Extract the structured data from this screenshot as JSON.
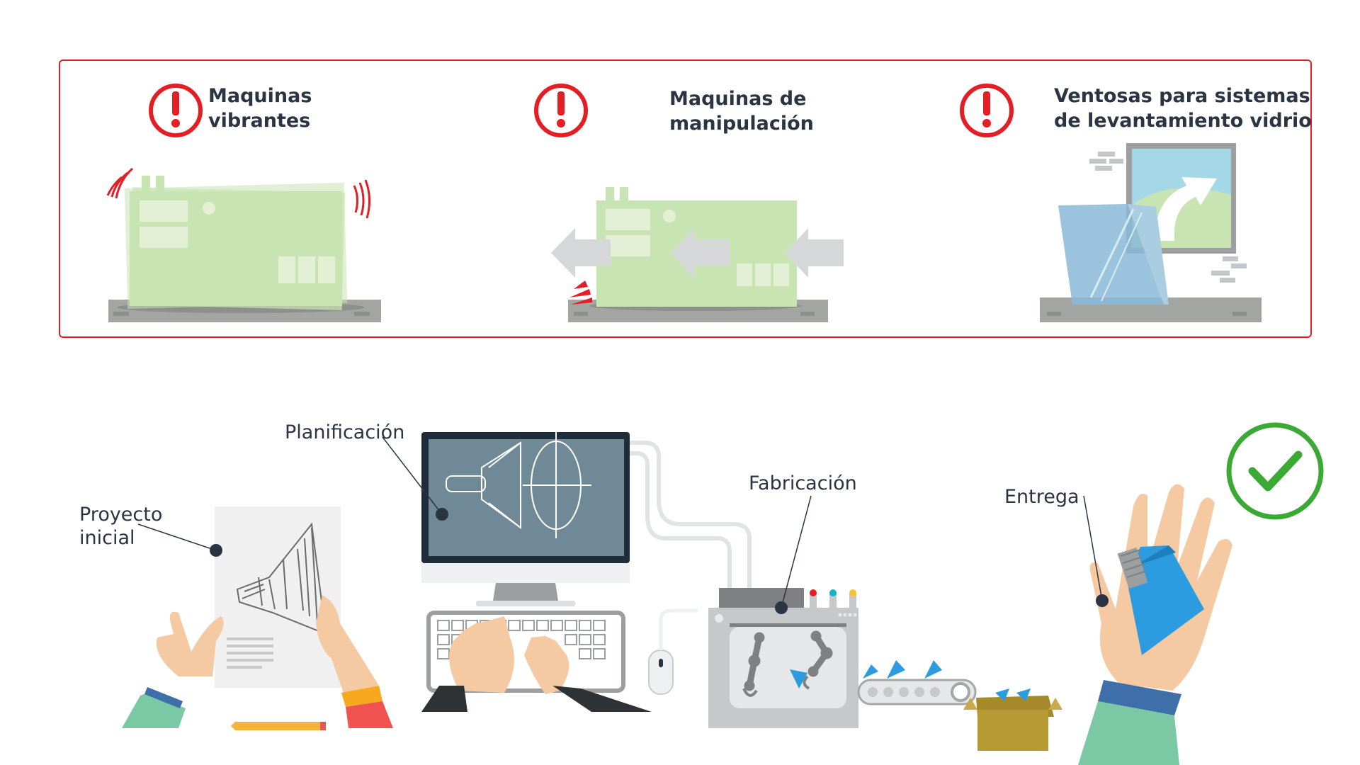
{
  "warnings": [
    {
      "line1": "Maquinas",
      "line2": "vibrantes",
      "icon": "exclamation-circle-icon"
    },
    {
      "line1": "Maquinas de",
      "line2": "manipulación",
      "icon": "exclamation-circle-icon"
    },
    {
      "line1": "Ventosas para sistemas",
      "line2": "de levantamiento vidrio",
      "icon": "exclamation-circle-icon"
    }
  ],
  "steps": [
    {
      "line1": "Proyecto",
      "line2": "inicial"
    },
    {
      "label": "Planificación"
    },
    {
      "label": "Fabricación"
    },
    {
      "label": "Entrega"
    }
  ],
  "colors": {
    "alert_red": "#e31e24",
    "text_dark": "#2b3443",
    "machine_green": "#c9e4b3",
    "floor_grey": "#a3a5a2",
    "screen_blue": "#6f8a96",
    "check_green": "#3aaa35",
    "skin": "#f5c9a2"
  }
}
